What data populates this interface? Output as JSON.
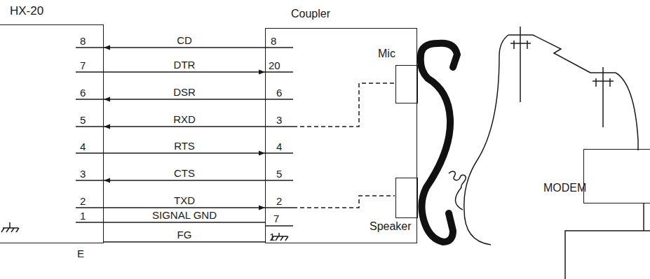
{
  "diagram": {
    "nodes": [
      {
        "text": [
          "HX-20"
        ]
      },
      {
        "text": [
          "Coupler"
        ]
      },
      {
        "text": [
          "Mic"
        ],
        "in": 1
      },
      {
        "text": [
          "Speaker"
        ],
        "in": 1
      },
      {
        "text": [
          "MODEM"
        ]
      }
    ],
    "edges": [
      {
        "from": 1,
        "to": 0,
        "arrow": "to",
        "label": "CD"
      },
      {
        "from": 0,
        "to": 1,
        "arrow": "to",
        "label": "DTR"
      },
      {
        "from": 1,
        "to": 0,
        "arrow": "to",
        "label": "DSR"
      },
      {
        "from": 1,
        "to": 0,
        "arrow": "to",
        "label": "RXD"
      },
      {
        "from": 0,
        "to": 1,
        "arrow": "to",
        "label": "RTS"
      },
      {
        "from": 1,
        "to": 0,
        "arrow": "to",
        "label": "CTS"
      },
      {
        "from": 0,
        "to": 1,
        "arrow": "to",
        "label": "TXD"
      },
      {
        "from": 0,
        "to": 1,
        "arrow": "none",
        "label": "SIGNAL GND"
      },
      {
        "from": 0,
        "to": 1,
        "arrow": "none",
        "label": "FG"
      }
    ],
    "labels": [
      "8",
      "7",
      "6",
      "5",
      "4",
      "3",
      "2",
      "1",
      "8",
      "20",
      "6",
      "3",
      "4",
      "5",
      "2",
      "7",
      "1",
      "E"
    ]
  }
}
